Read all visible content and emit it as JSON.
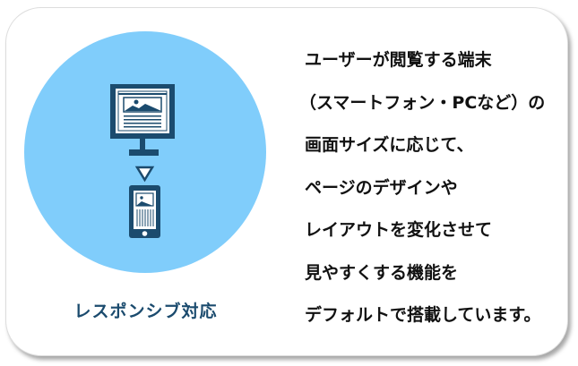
{
  "feature": {
    "label": "レスポンシブ対応",
    "icons": [
      "desktop-monitor-icon",
      "arrow-down-triangle-icon",
      "smartphone-icon"
    ],
    "colors": {
      "circle": "#80cdfb",
      "icon": "#1b4b6e"
    }
  },
  "description": [
    "ユーザーが閲覧する端末",
    "（スマートフォン・PCなど）の",
    "画面サイズに応じて、",
    "ページのデザインや",
    "レイアウトを変化させて",
    "見やすくする機能を",
    "デフォルトで搭載しています。"
  ]
}
